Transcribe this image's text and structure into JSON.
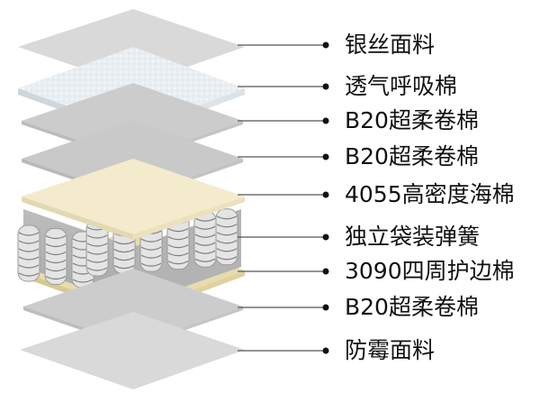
{
  "layers": [
    {
      "label": "银丝面料",
      "material": "fabric",
      "color": "#d9d9d9"
    },
    {
      "label": "透气呼吸棉",
      "material": "breathable-cotton",
      "color": "#e8eef3"
    },
    {
      "label": "B20超柔卷棉",
      "material": "soft-cotton",
      "color": "#c9c9c9"
    },
    {
      "label": "B20超柔卷棉",
      "material": "soft-cotton",
      "color": "#c9c9c9"
    },
    {
      "label": "4055高密度海棉",
      "material": "foam",
      "color": "#f3ebcc"
    },
    {
      "label": "独立袋装弹簧",
      "material": "pocket-springs",
      "color": "#c8c8c8"
    },
    {
      "label": "3090四周护边棉",
      "material": "edge-support",
      "color": "#e8dcae"
    },
    {
      "label": "B20超柔卷棉",
      "material": "soft-cotton",
      "color": "#c9c9c9"
    },
    {
      "label": "防霉面料",
      "material": "fabric",
      "color": "#d9d9d9"
    }
  ],
  "leader_color": "#555555"
}
